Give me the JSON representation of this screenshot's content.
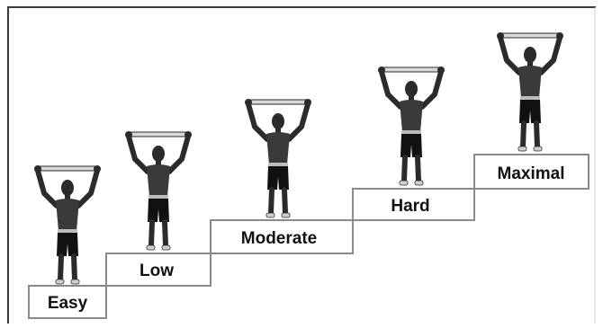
{
  "steps": [
    {
      "label": "Easy"
    },
    {
      "label": "Low"
    },
    {
      "label": "Moderate"
    },
    {
      "label": "Hard"
    },
    {
      "label": "Maximal"
    }
  ],
  "colors": {
    "background": "#ffffff",
    "frame": "#3a3a3a",
    "step_border": "#8a8a8a",
    "figure": "#2b2b2b",
    "shorts": "#111111",
    "band": "#d9d9d9",
    "text": "#111111"
  },
  "icons": {
    "figure": "person-with-band-overhead-icon"
  }
}
